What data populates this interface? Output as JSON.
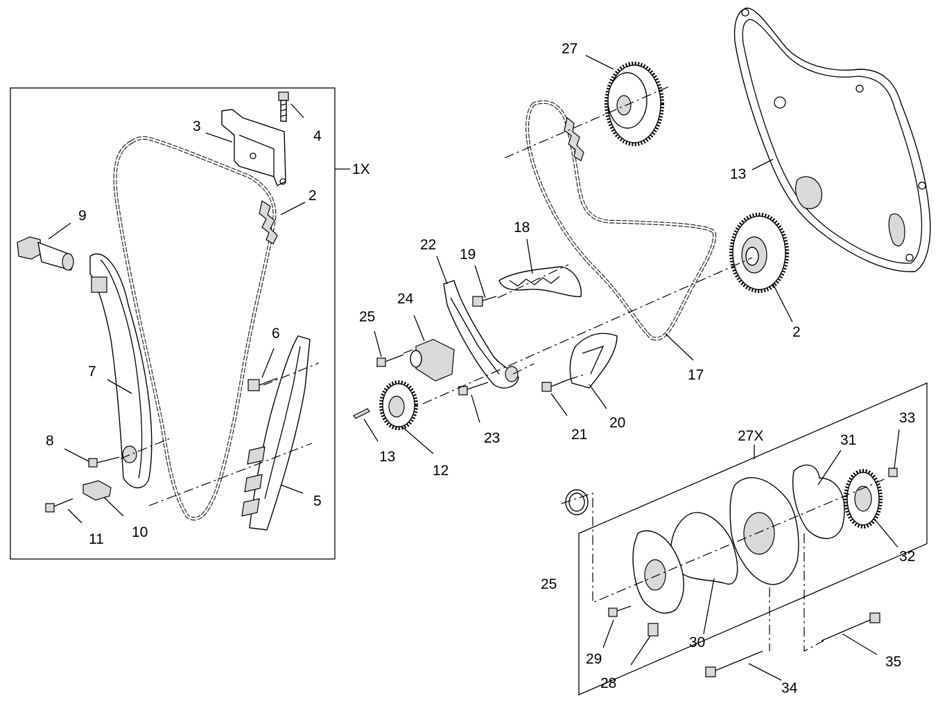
{
  "diagram": {
    "labels": {
      "p1X": "1X",
      "p2": "2",
      "p2b": "2",
      "p3": "3",
      "p4": "4",
      "p5": "5",
      "p6": "6",
      "p7": "7",
      "p8": "8",
      "p9": "9",
      "p10": "10",
      "p11": "11",
      "p12": "12",
      "p13": "13",
      "p13b": "13",
      "p17": "17",
      "p18": "18",
      "p19": "19",
      "p20": "20",
      "p21": "21",
      "p22": "22",
      "p23": "23",
      "p24": "24",
      "p25": "25",
      "p25b": "25",
      "p27": "27",
      "p27X": "27X",
      "p28": "28",
      "p29": "29",
      "p30": "30",
      "p31": "31",
      "p32": "32",
      "p33": "33",
      "p34": "34",
      "p35": "35"
    }
  }
}
